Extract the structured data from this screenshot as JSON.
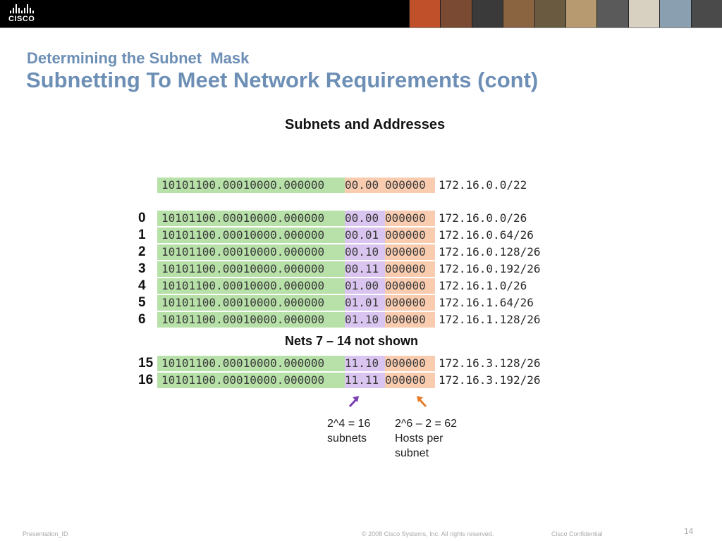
{
  "header": {
    "logo_text": "CISCO",
    "photo_tiles": [
      "#c0502a",
      "#7a4a32",
      "#3a3a3a",
      "#8a6440",
      "#6a5a40",
      "#b89a70",
      "#5a5a5a",
      "#d8d0c0",
      "#8aa0b0",
      "#4a4a4a"
    ]
  },
  "slide": {
    "subtitle": "Determining the Subnet  Mask",
    "title": "Subnetting To Meet Network Requirements (cont)"
  },
  "figure": {
    "title": "Subnets and Addresses",
    "network_row": {
      "network_bits": "10101100.00010000.000000",
      "subnet_bits": "00.00",
      "host_bits": "000000",
      "address": "172.16.0.0/22"
    },
    "rows": [
      {
        "index": "0",
        "network_bits": "10101100.00010000.000000",
        "subnet_bits": "00.00",
        "host_bits": "000000",
        "address": "172.16.0.0/26"
      },
      {
        "index": "1",
        "network_bits": "10101100.00010000.000000",
        "subnet_bits": "00.01",
        "host_bits": "000000",
        "address": "172.16.0.64/26"
      },
      {
        "index": "2",
        "network_bits": "10101100.00010000.000000",
        "subnet_bits": "00.10",
        "host_bits": "000000",
        "address": "172.16.0.128/26"
      },
      {
        "index": "3",
        "network_bits": "10101100.00010000.000000",
        "subnet_bits": "00.11",
        "host_bits": "000000",
        "address": "172.16.0.192/26"
      },
      {
        "index": "4",
        "network_bits": "10101100.00010000.000000",
        "subnet_bits": "01.00",
        "host_bits": "000000",
        "address": "172.16.1.0/26"
      },
      {
        "index": "5",
        "network_bits": "10101100.00010000.000000",
        "subnet_bits": "01.01",
        "host_bits": "000000",
        "address": "172.16.1.64/26"
      },
      {
        "index": "6",
        "network_bits": "10101100.00010000.000000",
        "subnet_bits": "01.10",
        "host_bits": "000000",
        "address": "172.16.1.128/26"
      }
    ],
    "note": "Nets 7 – 14 not shown",
    "rows_end": [
      {
        "index": "15",
        "network_bits": "10101100.00010000.000000",
        "subnet_bits": "11.10",
        "host_bits": "000000",
        "address": "172.16.3.128/26"
      },
      {
        "index": "16",
        "network_bits": "10101100.00010000.000000",
        "subnet_bits": "11.11",
        "host_bits": "000000",
        "address": "172.16.3.192/26"
      }
    ],
    "subnet_label": "2^4 = 16\nsubnets",
    "host_label": "2^6 – 2 = 62\nHosts per\nsubnet",
    "colors": {
      "network": "#b7e1a8",
      "subnet": "#d9c5ef",
      "host": "#f9ccb0",
      "subnet_arrow": "#7b3fb0",
      "host_arrow": "#e87e2c"
    }
  },
  "footer": {
    "presentation_id": "Presentation_ID",
    "copyright": "© 2008 Cisco Systems, Inc. All rights reserved.",
    "confidential": "Cisco Confidential",
    "page_number": "14"
  }
}
